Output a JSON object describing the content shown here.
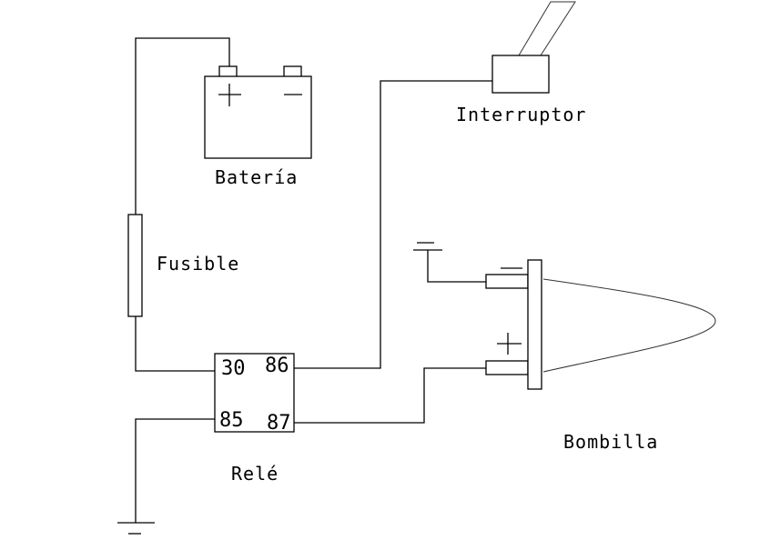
{
  "diagram": {
    "title": "Relay light circuit",
    "components": {
      "battery": {
        "label": "Batería",
        "positive_symbol": "+",
        "negative_symbol": "−"
      },
      "switch": {
        "label": "Interruptor"
      },
      "fuse": {
        "label": "Fusible"
      },
      "relay": {
        "label": "Relé",
        "pins": {
          "p30": "30",
          "p86": "86",
          "p85": "85",
          "p87": "87"
        }
      },
      "bulb": {
        "label": "Bombilla",
        "positive_symbol": "+",
        "negative_symbol": "−"
      }
    },
    "connections": [
      {
        "from": "battery +",
        "to": "fuse"
      },
      {
        "from": "fuse",
        "to": "relay 30"
      },
      {
        "from": "relay 86",
        "to": "switch"
      },
      {
        "from": "relay 85",
        "to": "ground"
      },
      {
        "from": "relay 87",
        "to": "bulb +"
      },
      {
        "from": "bulb −",
        "to": "ground"
      }
    ]
  }
}
